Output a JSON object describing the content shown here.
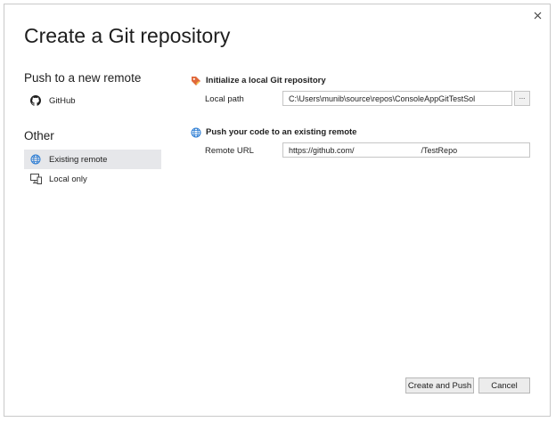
{
  "dialog": {
    "title": "Create a Git repository"
  },
  "sidebar": {
    "push_header": "Push to a new remote",
    "github_label": "GitHub",
    "other_header": "Other",
    "existing_remote_label": "Existing remote",
    "local_only_label": "Local only"
  },
  "local_repo": {
    "header": "Initialize a local Git repository",
    "path_label": "Local path",
    "path_value": "C:\\Users\\munib\\source\\repos\\ConsoleAppGitTestSol",
    "browse_label": "..."
  },
  "remote": {
    "header": "Push your code to an existing remote",
    "url_label": "Remote URL",
    "url_value": "https://github.com/                              /TestRepo"
  },
  "footer": {
    "create_push_label": "Create and Push",
    "cancel_label": "Cancel"
  },
  "colors": {
    "selected_bg": "#e6e7ea",
    "accent_globe": "#2b7cd3",
    "tag_orange": "#e0683a"
  }
}
